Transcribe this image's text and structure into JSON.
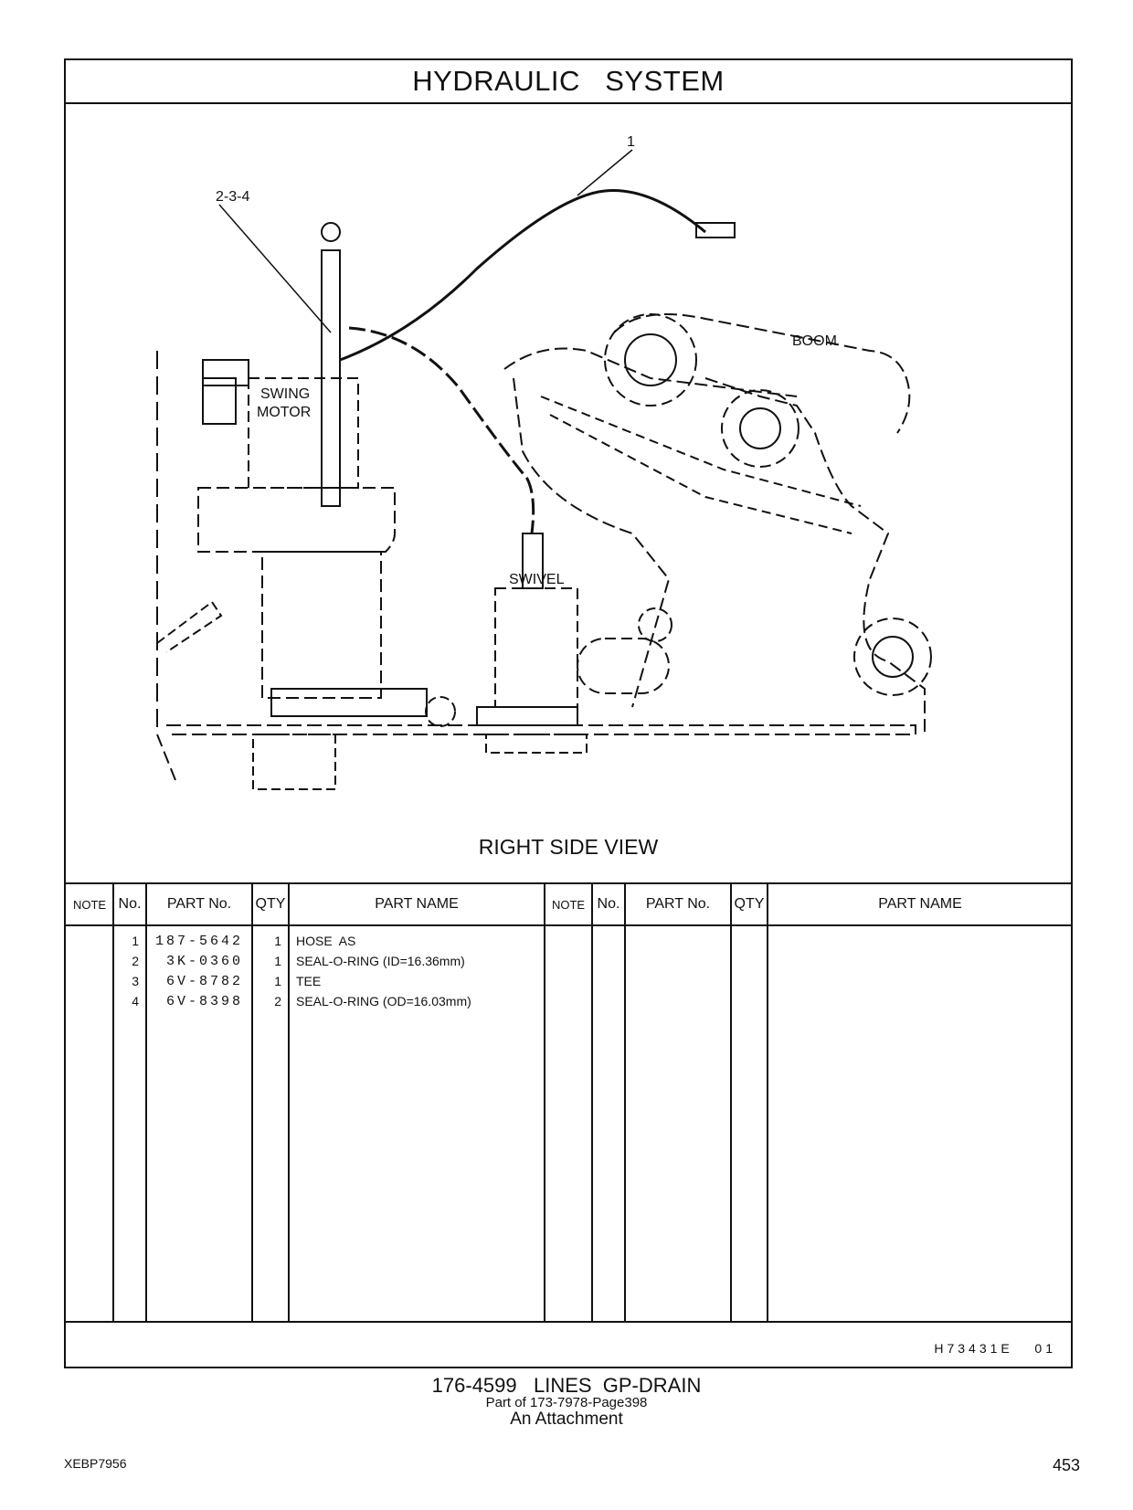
{
  "header": {
    "title": "HYDRAULIC   SYSTEM"
  },
  "drawing": {
    "view_label": "RIGHT SIDE VIEW",
    "callouts": {
      "c1": "1",
      "c2": "2-3-4"
    },
    "labels": {
      "swing_motor_1": "SWING",
      "swing_motor_2": "MOTOR",
      "boom": "BOOM",
      "swivel": "SWIVEL"
    }
  },
  "table": {
    "headers": {
      "note": "NOTE",
      "no": "No.",
      "part_no": "PART No.",
      "qty": "QTY",
      "part_name": "PART NAME"
    },
    "rows": [
      {
        "no": "1",
        "part_no": "187-5642",
        "qty": "1",
        "name": "HOSE  AS"
      },
      {
        "no": "2",
        "part_no": " 3K-0360",
        "qty": "1",
        "name": "SEAL-O-RING (ID=16.36mm)"
      },
      {
        "no": "3",
        "part_no": " 6V-8782",
        "qty": "1",
        "name": "TEE"
      },
      {
        "no": "4",
        "part_no": " 6V-8398",
        "qty": "2",
        "name": "SEAL-O-RING (OD=16.03mm)"
      }
    ],
    "footer_code": "H73431E   01"
  },
  "caption": {
    "line1": "176-4599   LINES  GP-DRAIN",
    "line2": "Part of 173-7978-Page398",
    "line3": "An Attachment"
  },
  "page": {
    "doc_id": "XEBP7956",
    "number": "453"
  }
}
